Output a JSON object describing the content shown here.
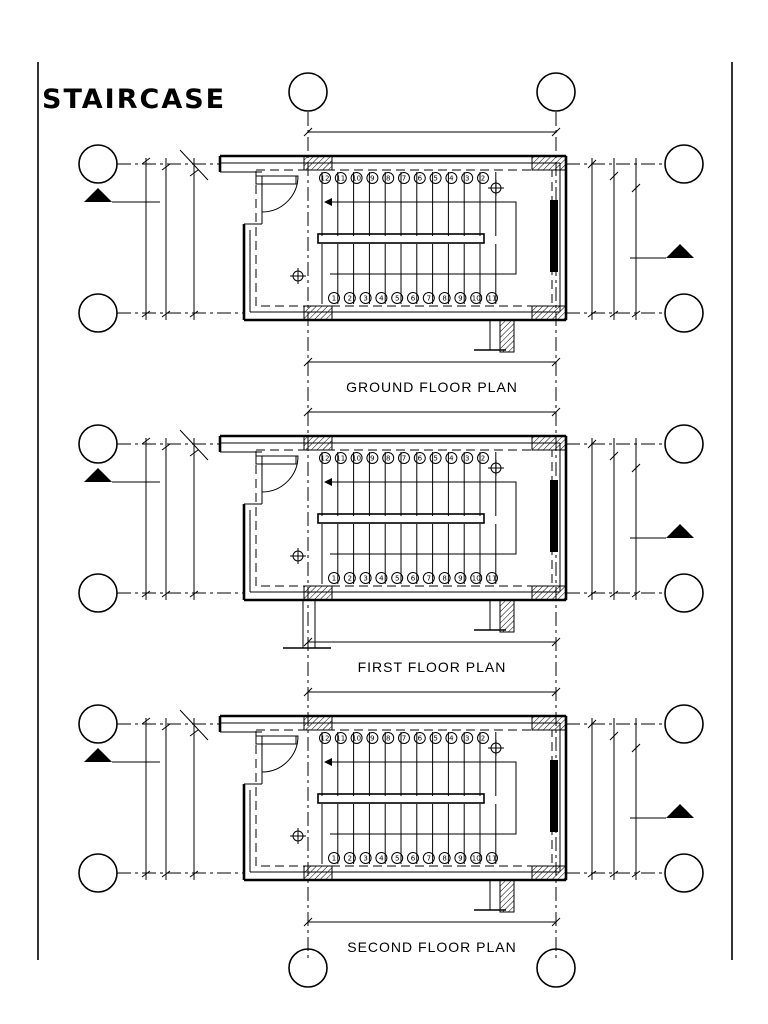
{
  "sheet": {
    "title": "STAIRCASE"
  },
  "plans": [
    {
      "caption": "GROUND FLOOR PLAN",
      "top_numbers": [
        "12",
        "11",
        "10",
        "9",
        "8",
        "7",
        "6",
        "5",
        "4",
        "3",
        "2"
      ],
      "bottom_numbers": [
        "1",
        "2",
        "3",
        "4",
        "5",
        "6",
        "7",
        "8",
        "9",
        "10",
        "11"
      ]
    },
    {
      "caption": "FIRST FLOOR PLAN",
      "top_numbers": [
        "12",
        "11",
        "10",
        "9",
        "8",
        "7",
        "6",
        "5",
        "4",
        "3",
        "2"
      ],
      "bottom_numbers": [
        "1",
        "2",
        "3",
        "4",
        "5",
        "6",
        "7",
        "8",
        "9",
        "10",
        "11"
      ]
    },
    {
      "caption": "SECOND FLOOR PLAN",
      "top_numbers": [
        "12",
        "11",
        "10",
        "9",
        "8",
        "7",
        "6",
        "5",
        "4",
        "3",
        "2"
      ],
      "bottom_numbers": [
        "1",
        "2",
        "3",
        "4",
        "5",
        "6",
        "7",
        "8",
        "9",
        "10",
        "11"
      ]
    }
  ]
}
